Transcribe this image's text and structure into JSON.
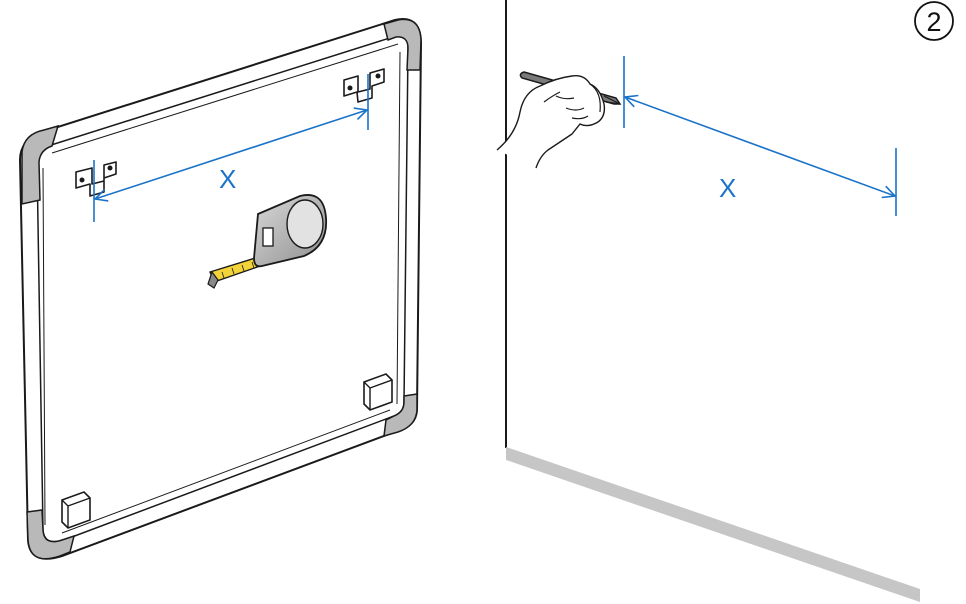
{
  "step": {
    "number": "2"
  },
  "mirror_panel": {
    "dimension_label": "X"
  },
  "wall": {
    "dimension_label": "X"
  },
  "icons": {
    "mirror": "mirror-back-panel",
    "bracket": "hanging-bracket",
    "tape": "tape-measure",
    "pencil": "pencil",
    "hand": "hand",
    "foot": "corner-foot"
  },
  "colors": {
    "dimension_line": "#1a73c8",
    "outline": "#1a1a1a",
    "frame_gray": "#b9b9b9",
    "floor_gray": "#c6c6c6",
    "tape_yellow": "#f2d33a"
  }
}
